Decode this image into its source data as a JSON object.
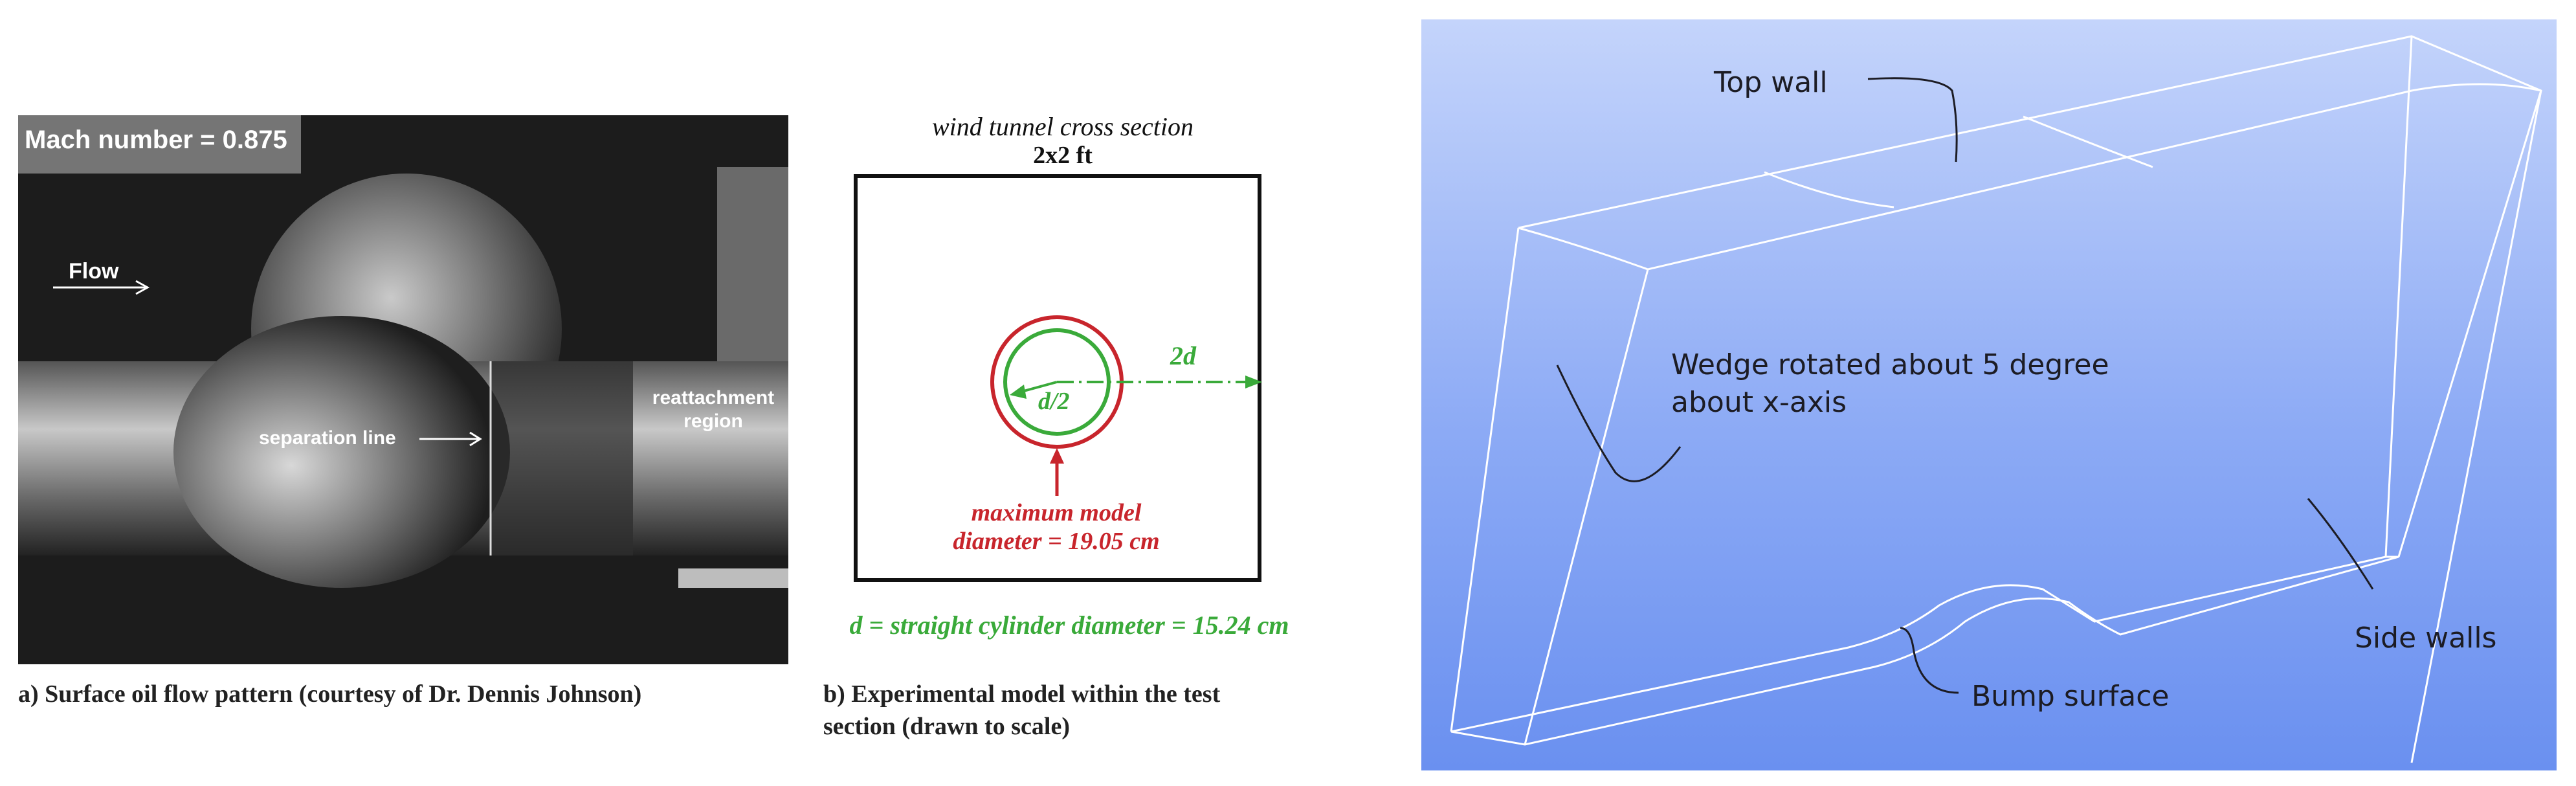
{
  "panel_a": {
    "mach_label": "Mach number = 0.875",
    "flow_label": "Flow",
    "separation_label": "separation line",
    "reattachment_label_line1": "reattachment",
    "reattachment_label_line2": "region",
    "caption": "a) Surface oil flow pattern (courtesy of Dr. Dennis Johnson)"
  },
  "panel_b": {
    "title": "wind tunnel cross section",
    "size": "2x2 ft",
    "label_2d": "2d",
    "label_d2": "d/2",
    "max_model_line1": "maximum model",
    "max_model_line2": "diameter = 19.05 cm",
    "cylinder_label": "d = straight cylinder diameter = 15.24 cm",
    "caption_line1": "b) Experimental model within the test",
    "caption_line2": "section (drawn to scale)",
    "colors": {
      "green": "#3aaa3a",
      "red": "#c8252c"
    }
  },
  "panel_c": {
    "top_wall": "Top wall",
    "wedge_line1": "Wedge rotated about 5 degree",
    "wedge_line2": "about x-axis",
    "side_walls": "Side walls",
    "bump_surface": "Bump surface",
    "colors": {
      "background_top": "#c4d4fb",
      "background_bottom": "#6a90f0"
    }
  }
}
